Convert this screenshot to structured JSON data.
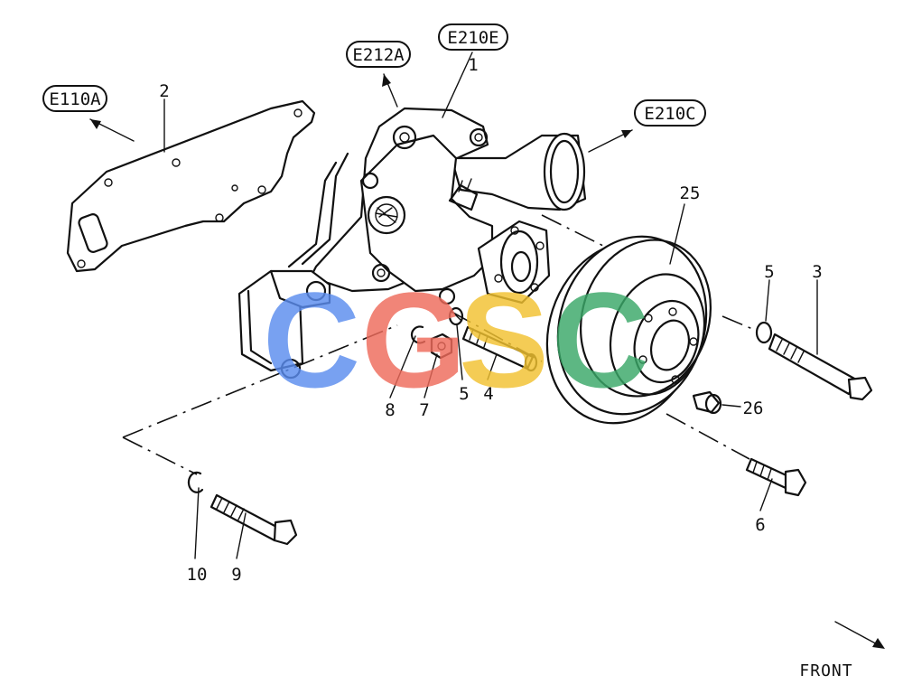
{
  "references": {
    "e110a": "E110A",
    "e212a": "E212A",
    "e210e": "E210E",
    "e210c": "E210C"
  },
  "callouts": {
    "p1": "1",
    "p2": "2",
    "p3": "3",
    "p4": "4",
    "p5a": "5",
    "p5b": "5",
    "p6": "6",
    "p7": "7",
    "p8": "8",
    "p9": "9",
    "p10": "10",
    "p25": "25",
    "p26": "26"
  },
  "front_label": "FRONT",
  "watermark": {
    "letters": [
      "C",
      "G",
      "S",
      "C"
    ],
    "colors": [
      "#5b8def",
      "#ef6b5b",
      "#f2c230",
      "#3aa868"
    ]
  }
}
